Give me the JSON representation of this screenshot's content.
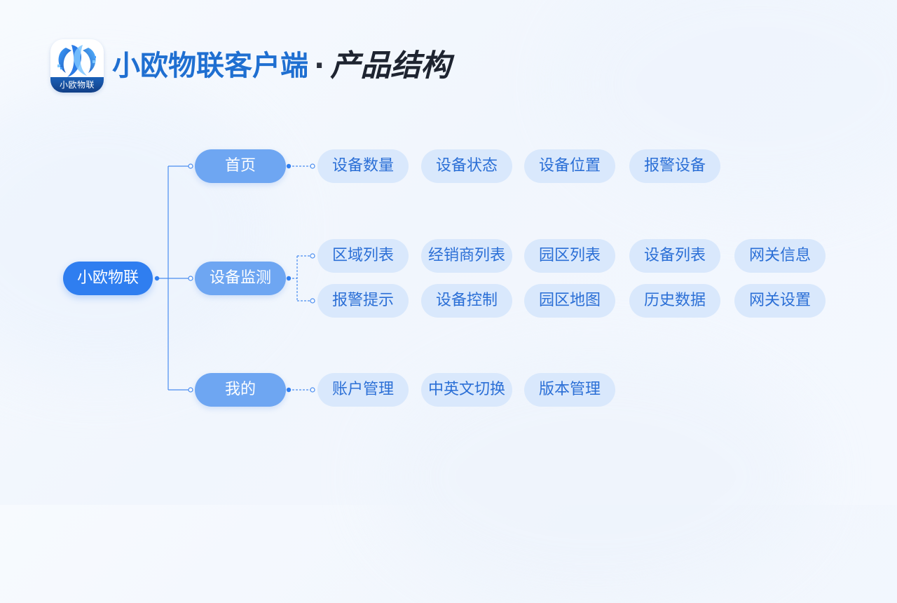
{
  "header": {
    "logo_text": "小欧物联",
    "app_name": "小欧物联客户端",
    "separator": "·",
    "page_title": "产品结构"
  },
  "colors": {
    "root": "#2f7ef0",
    "level1": "#6ea6f2",
    "leaf_bg": "#d9e8fc",
    "leaf_text": "#2b6fd6",
    "line": "#4a8df0",
    "title_app": "#1f6fd1"
  },
  "tree": {
    "root": {
      "label": "小欧物联"
    },
    "home": {
      "label": "首页",
      "items": [
        "设备数量",
        "设备状态",
        "设备位置",
        "报警设备"
      ]
    },
    "monitor": {
      "label": "设备监测",
      "row1": [
        "区域列表",
        "经销商列表",
        "园区列表",
        "设备列表",
        "网关信息"
      ],
      "row2": [
        "报警提示",
        "设备控制",
        "园区地图",
        "历史数据",
        "网关设置"
      ]
    },
    "mine": {
      "label": "我的",
      "items": [
        "账户管理",
        "中英文切换",
        "版本管理"
      ]
    }
  }
}
